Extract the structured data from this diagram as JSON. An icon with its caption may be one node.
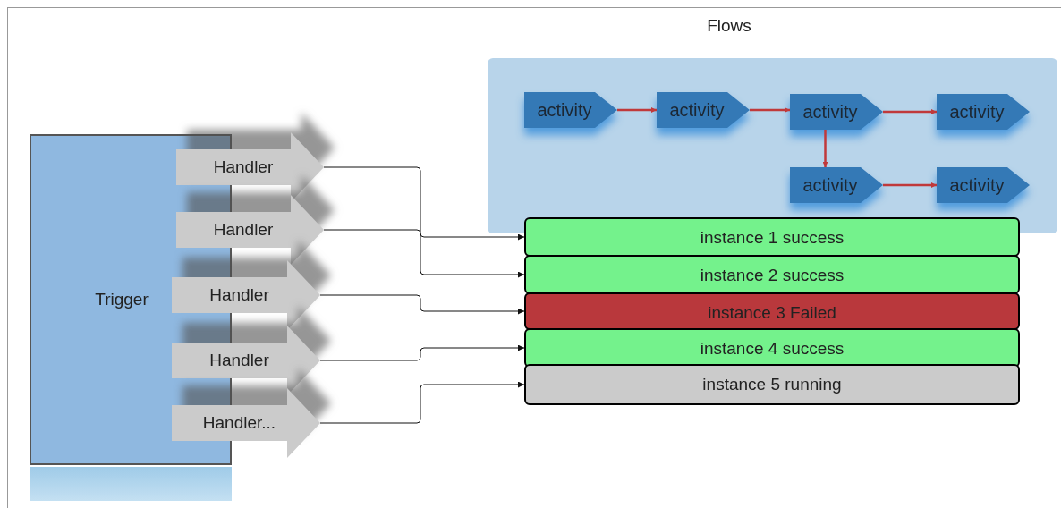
{
  "diagram": {
    "nodes": [
      {
        "text": [
          "Trigger"
        ]
      },
      {
        "text": [
          "Handler"
        ]
      },
      {
        "text": [
          "Handler"
        ]
      },
      {
        "text": [
          "Handler"
        ]
      },
      {
        "text": [
          "Handler"
        ]
      },
      {
        "text": [
          "Handler..."
        ]
      },
      {
        "text": [
          "Flows"
        ]
      },
      {
        "text": [
          "activity"
        ],
        "in": 6
      },
      {
        "text": [
          "activity"
        ],
        "in": 6
      },
      {
        "text": [
          "activity"
        ],
        "in": 6
      },
      {
        "text": [
          "activity"
        ],
        "in": 6
      },
      {
        "text": [
          "activity"
        ],
        "in": 6
      },
      {
        "text": [
          "activity"
        ],
        "in": 6
      },
      {
        "text": [
          "instance 1 success"
        ]
      },
      {
        "text": [
          "instance 2 success"
        ]
      },
      {
        "text": [
          "instance 3 Failed"
        ]
      },
      {
        "text": [
          "instance 4 success"
        ]
      },
      {
        "text": [
          "instance 5 running"
        ]
      }
    ],
    "edges": [
      {
        "from": 1,
        "to": 13,
        "arrow": "to"
      },
      {
        "from": 2,
        "to": 14,
        "arrow": "to"
      },
      {
        "from": 3,
        "to": 15,
        "arrow": "to"
      },
      {
        "from": 4,
        "to": 16,
        "arrow": "to"
      },
      {
        "from": 5,
        "to": 17,
        "arrow": "to"
      },
      {
        "from": 7,
        "to": 8,
        "arrow": "to",
        "color": "#c0393b"
      },
      {
        "from": 8,
        "to": 9,
        "arrow": "to",
        "color": "#c0393b"
      },
      {
        "from": 9,
        "to": 10,
        "arrow": "to",
        "color": "#c0393b"
      },
      {
        "from": 9,
        "to": 11,
        "arrow": "to",
        "color": "#c0393b"
      },
      {
        "from": 11,
        "to": 12,
        "arrow": "to",
        "color": "#c0393b"
      }
    ]
  }
}
